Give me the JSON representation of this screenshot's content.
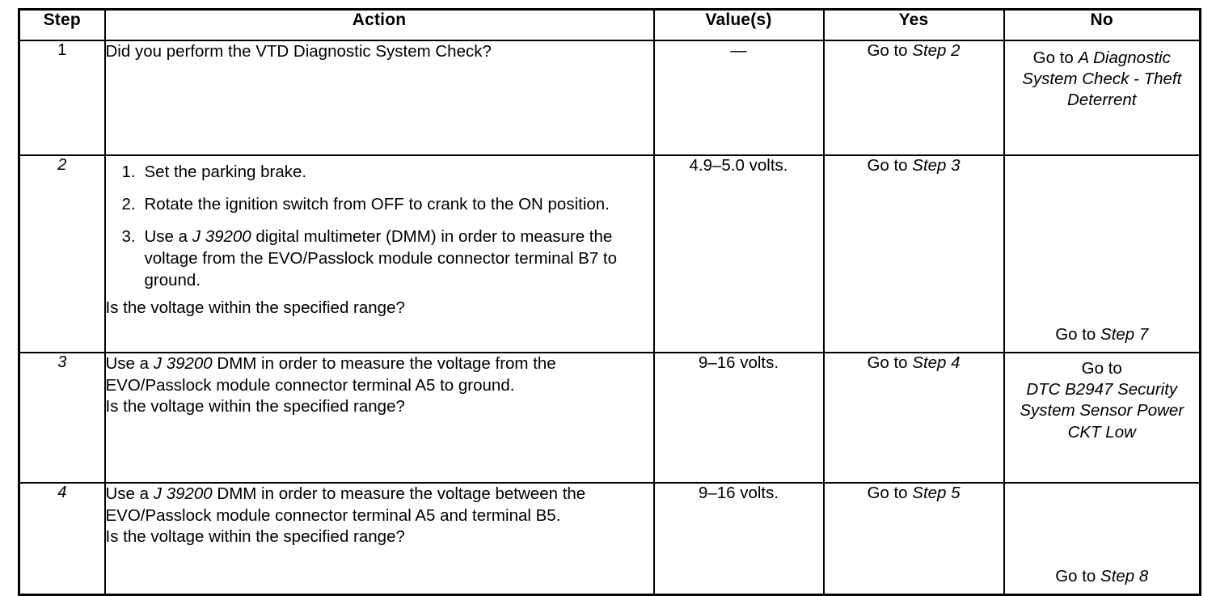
{
  "table": {
    "headers": [
      "Step",
      "Action",
      "Value(s)",
      "Yes",
      "No"
    ],
    "rows": [
      {
        "step": "1",
        "step_italic": false,
        "action_intro": "Did you perform the VTD Diagnostic System Check?",
        "action_list": [],
        "action_question": "",
        "value": "—",
        "yes": "Go to ",
        "yes_ref": "Step 2",
        "no_line1": "Go to ",
        "no_ref": "A Diagnostic System Check - Theft Deterrent"
      },
      {
        "step": "2",
        "step_italic": true,
        "action_intro": "",
        "action_list": [
          {
            "marker": "1.",
            "text": "Set the parking brake."
          },
          {
            "marker": "2.",
            "text": "Rotate the ignition switch from OFF to crank to the ON position."
          },
          {
            "marker": "3.",
            "pre": "Use a ",
            "ital": "J 39200",
            "post": " digital multimeter (DMM) in order to measure the voltage from the EVO/Passlock module connector terminal B7 to ground."
          }
        ],
        "action_question": "Is the voltage within the specified range?",
        "value": "4.9–5.0 volts.",
        "yes": "Go to ",
        "yes_ref": "Step 3",
        "no_line1": "Go to ",
        "no_ref": "Step 7"
      },
      {
        "step": "3",
        "step_italic": true,
        "action_pre": "Use a ",
        "action_ital": "J 39200",
        "action_post": " DMM in order to measure the voltage from the EVO/Passlock module connector terminal A5 to ground.",
        "action_question": "Is the voltage within the specified range?",
        "value": "9–16 volts.",
        "yes": "Go to ",
        "yes_ref": "Step 4",
        "no_line1": "Go to",
        "no_ref": "DTC B2947 Security System Sensor Power CKT Low"
      },
      {
        "step": "4",
        "step_italic": true,
        "action_pre": "Use a ",
        "action_ital": "J 39200",
        "action_post": " DMM in order to measure the voltage between the EVO/Passlock module connector terminal A5 and terminal B5.",
        "action_question": "Is the voltage within the specified range?",
        "value": "9–16 volts.",
        "yes": "Go to ",
        "yes_ref": "Step 5",
        "no_line1": "Go to ",
        "no_ref": "Step 8"
      }
    ]
  }
}
